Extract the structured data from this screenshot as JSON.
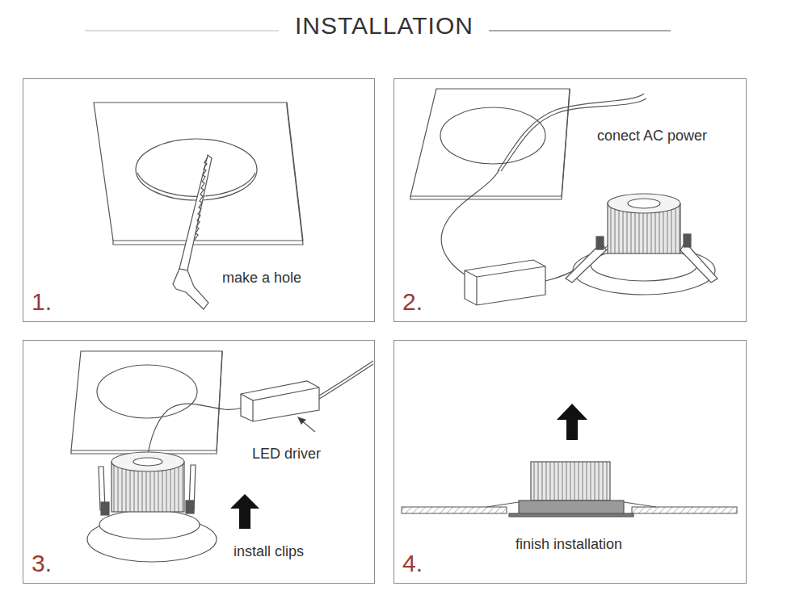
{
  "diagram": {
    "title": "INSTALLATION",
    "nodes": [
      {
        "text": [
          "make a hole",
          "1."
        ]
      },
      {
        "text": [
          "conect AC power",
          "2."
        ]
      },
      {
        "text": [
          "LED driver",
          "install clips",
          "3."
        ]
      },
      {
        "text": [
          "finish installation",
          "4."
        ]
      }
    ]
  }
}
